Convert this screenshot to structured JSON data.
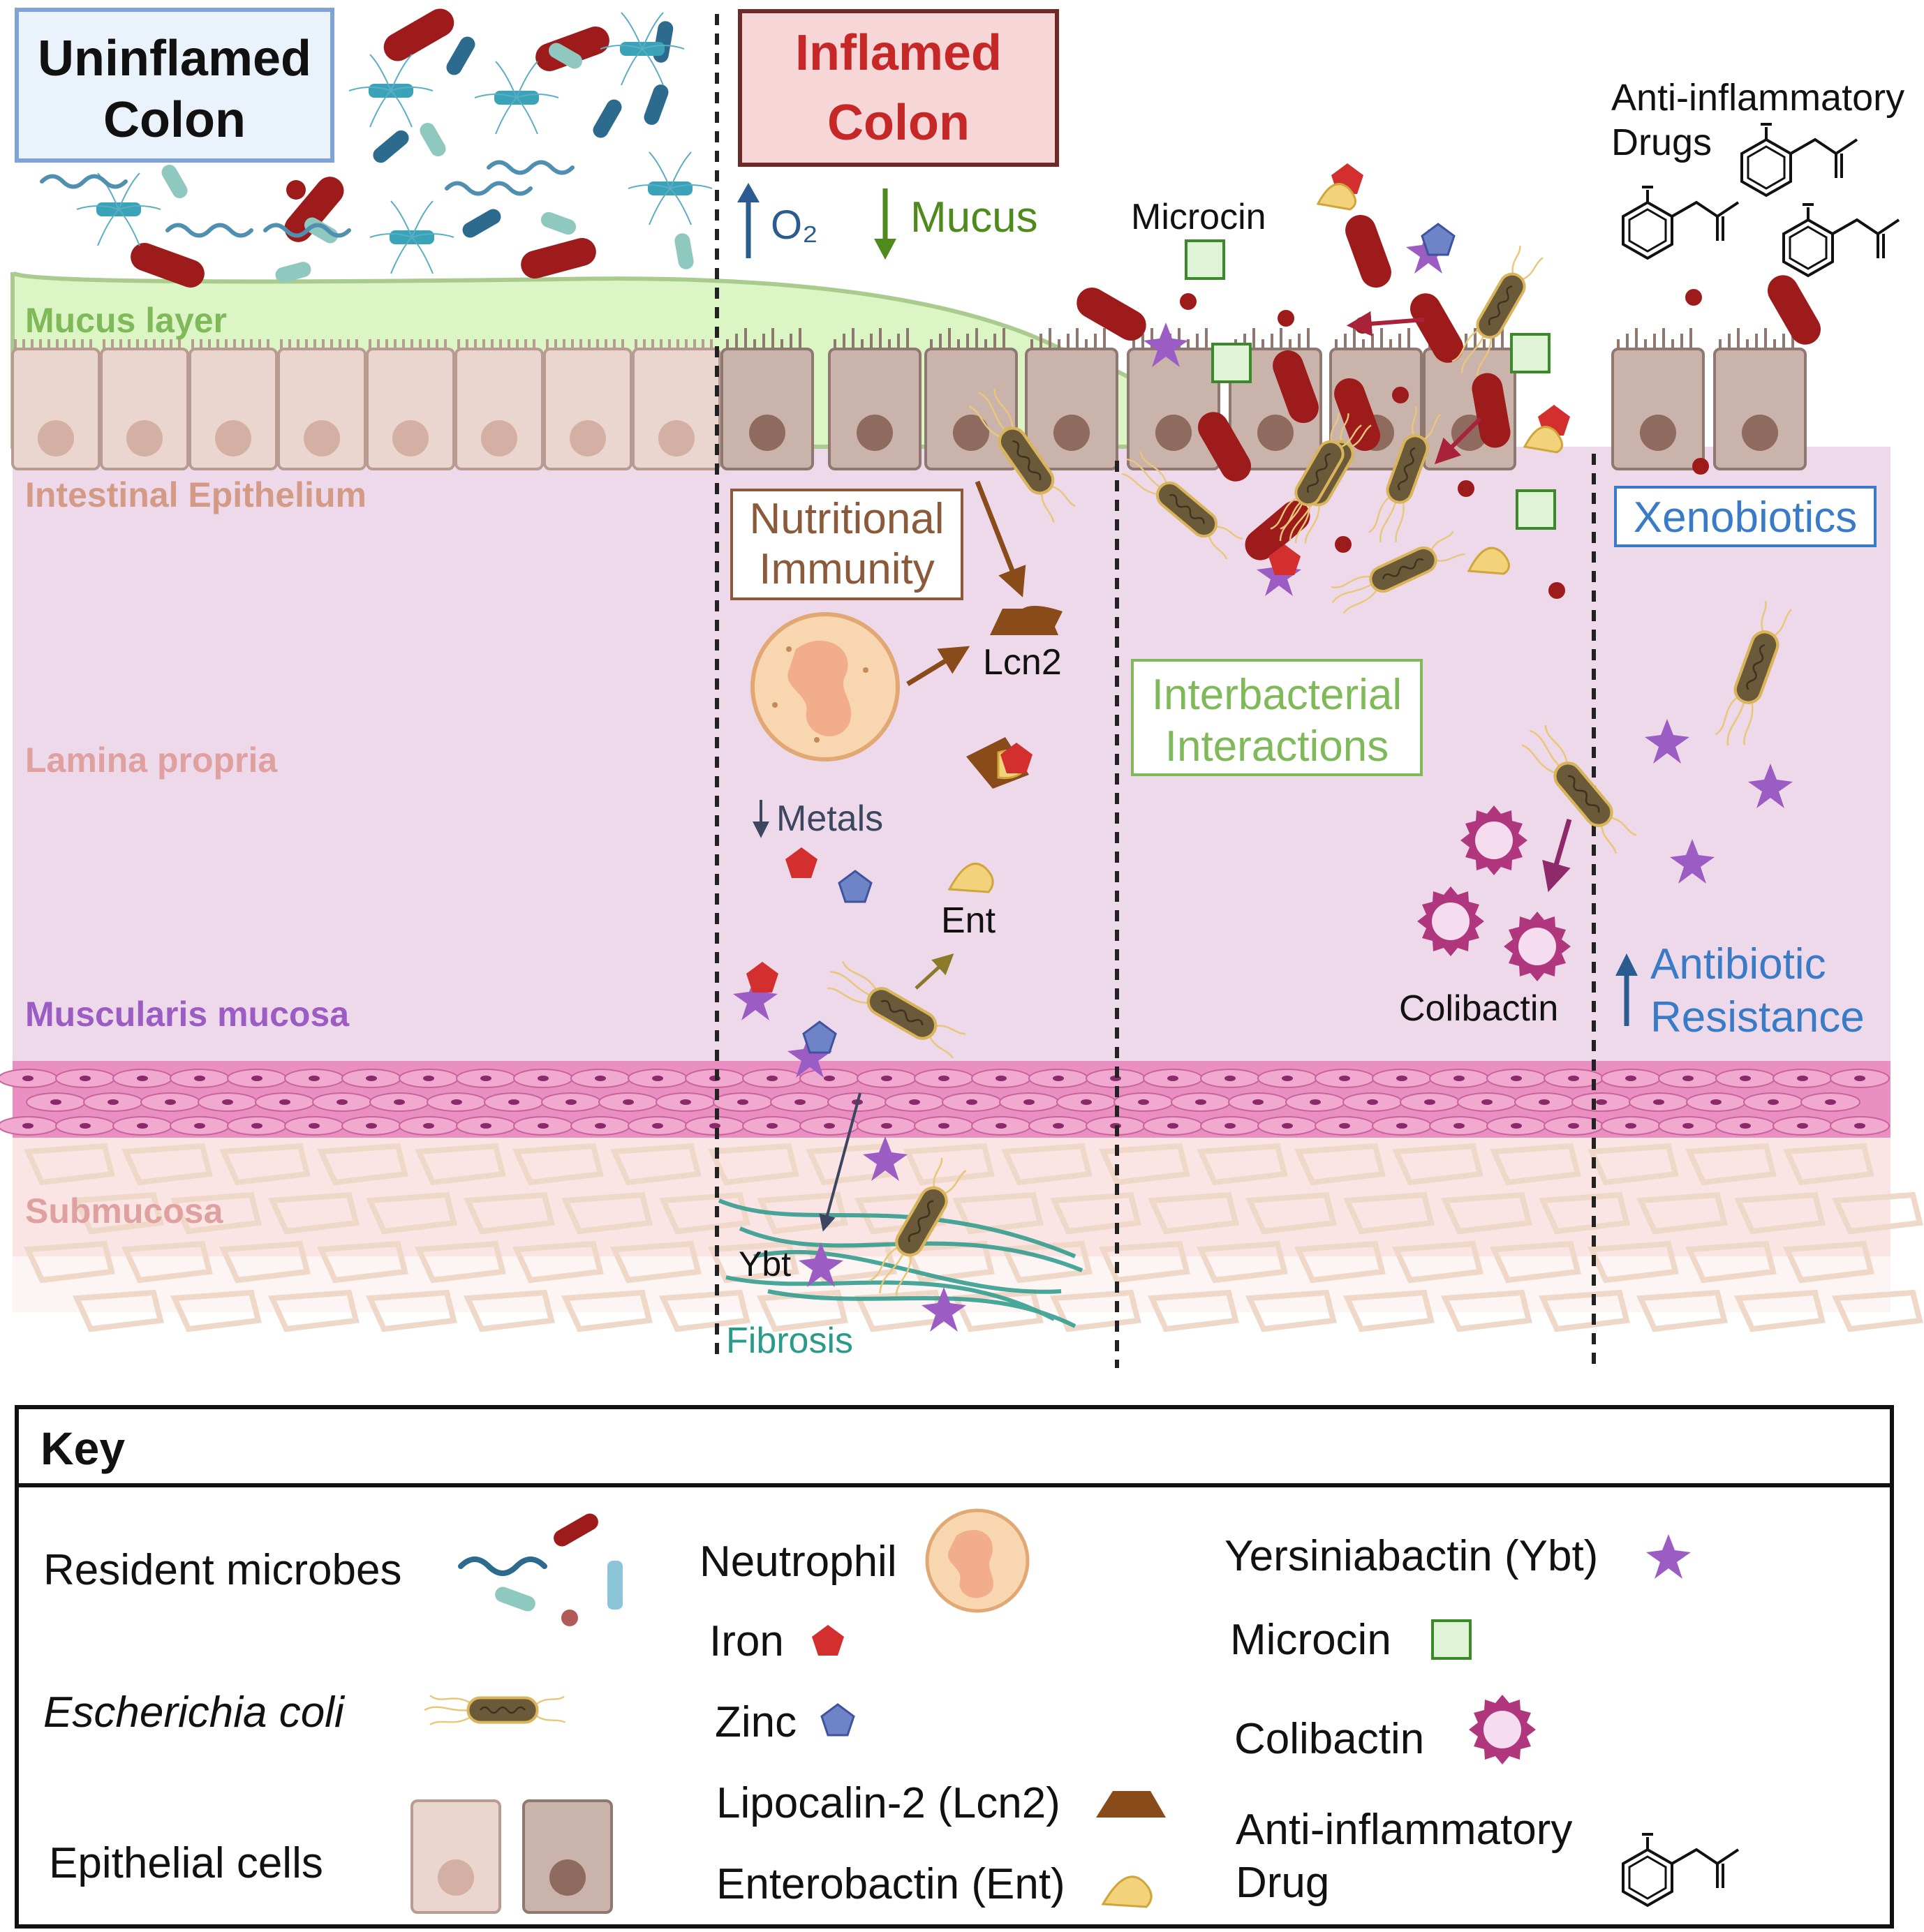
{
  "title_uninflamed": [
    "Uninflamed",
    "Colon"
  ],
  "title_inflamed": [
    "Inflamed",
    "Colon"
  ],
  "o2_label": "O₂",
  "mucus_label": "Mucus",
  "anti_inflammatory_label": [
    "Anti-inflammatory",
    "Drugs"
  ],
  "microcin_label": "Microcin",
  "layers": {
    "mucus": "Mucus layer",
    "epithelium": "Intestinal Epithelium",
    "lamina": "Lamina propria",
    "muscularis": "Muscularis mucosa",
    "submucosa": "Submucosa"
  },
  "boxes": {
    "nutritional": [
      "Nutritional",
      "Immunity"
    ],
    "interbacterial": [
      "Interbacterial",
      "Interactions"
    ],
    "xenobiotics": "Xenobiotics"
  },
  "labels": {
    "lcn2": "Lcn2",
    "metals": "Metals",
    "ent": "Ent",
    "ybt": "Ybt",
    "fibrosis": "Fibrosis",
    "colibactin": "Colibactin",
    "antibiotic": [
      "Antibiotic",
      "Resistance"
    ]
  },
  "key": {
    "title": "Key",
    "resident": "Resident microbes",
    "ecoli": "Escherichia coli",
    "epithelial": "Epithelial cells",
    "neutrophil": "Neutrophil",
    "iron": "Iron",
    "zinc": "Zinc",
    "lcn2": "Lipocalin-2 (Lcn2)",
    "ent": "Enterobactin (Ent)",
    "ybt": "Yersiniabactin (Ybt)",
    "microcin": "Microcin",
    "colibactin": "Colibactin",
    "drug": [
      "Anti-inflammatory",
      "Drug"
    ]
  },
  "colors": {
    "lamina": "#eed9ea",
    "mucus": "#dcf5c4",
    "epi_light": "#ead6cf",
    "epi_dark": "#c9b3ab",
    "muscle": "#ea8fc2",
    "iron": "#d32f2f",
    "zinc": "#6f84c6",
    "ybt": "#9b5cc4",
    "lcn2": "#8a4b1a",
    "ent": "#f2d27a",
    "microcin": "#dff3d6",
    "colibactin": "#b0377e",
    "ecoli": "#6b5a3a",
    "rod": "#9e1b1b"
  }
}
